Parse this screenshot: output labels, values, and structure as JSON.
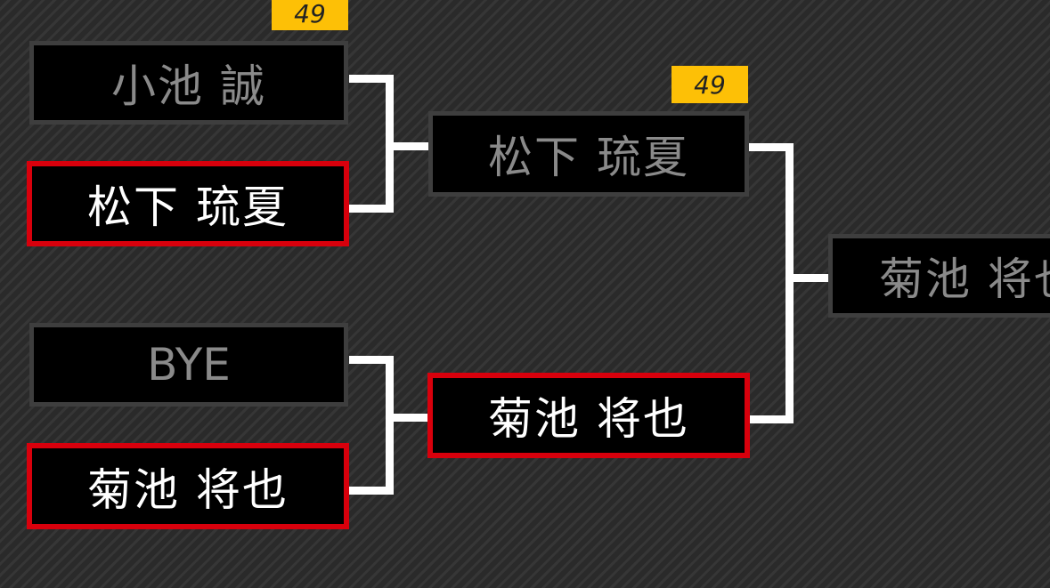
{
  "bracket": {
    "round1": [
      {
        "name": "小池 誠",
        "winner": false
      },
      {
        "name": "松下 琉夏",
        "winner": true
      },
      {
        "name": "BYE",
        "winner": false
      },
      {
        "name": "菊池 将也",
        "winner": true
      }
    ],
    "round2": [
      {
        "name": "松下 琉夏",
        "winner": false
      },
      {
        "name": "菊池 将也",
        "winner": true
      }
    ],
    "round3": [
      {
        "name": "菊池 将也",
        "winner": false
      }
    ],
    "scores": {
      "r1_match1": "49",
      "r2_match1": "49"
    }
  },
  "colors": {
    "winner_border": "#d8000c",
    "score_badge": "#fdc006",
    "box_background": "#000000",
    "connector": "#ffffff"
  }
}
